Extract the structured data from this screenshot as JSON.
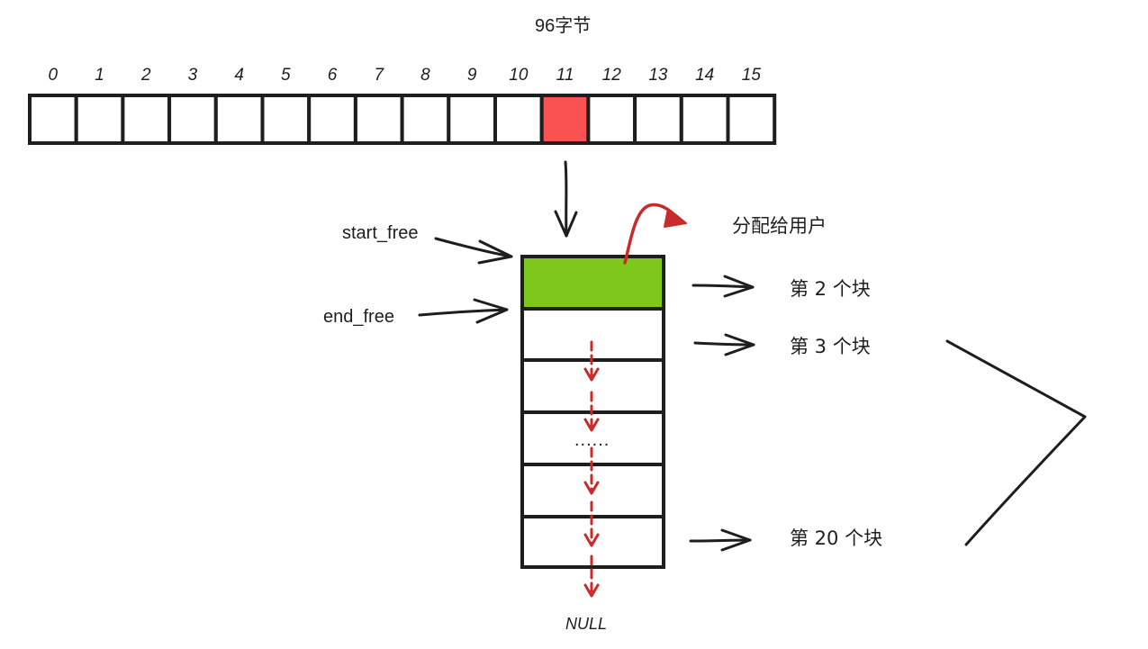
{
  "title": "96字节",
  "free_list": {
    "indices": [
      "0",
      "1",
      "2",
      "3",
      "4",
      "5",
      "6",
      "7",
      "8",
      "9",
      "10",
      "11",
      "12",
      "13",
      "14",
      "15"
    ],
    "highlighted_index": "11"
  },
  "pointers": {
    "start_free": "start_free",
    "end_free": "end_free"
  },
  "allocate_label": "分配给用户",
  "block_labels": {
    "block_2": "第 2 个块",
    "block_3": "第 3 个块",
    "block_20": "第 20 个块"
  },
  "ellipsis": "......",
  "null_label": "NULL",
  "colors": {
    "stroke": "#1e1e1e",
    "highlight_red": "#fa5252",
    "allocated_green": "#7ec81c",
    "arrow_red": "#c92a2a"
  }
}
